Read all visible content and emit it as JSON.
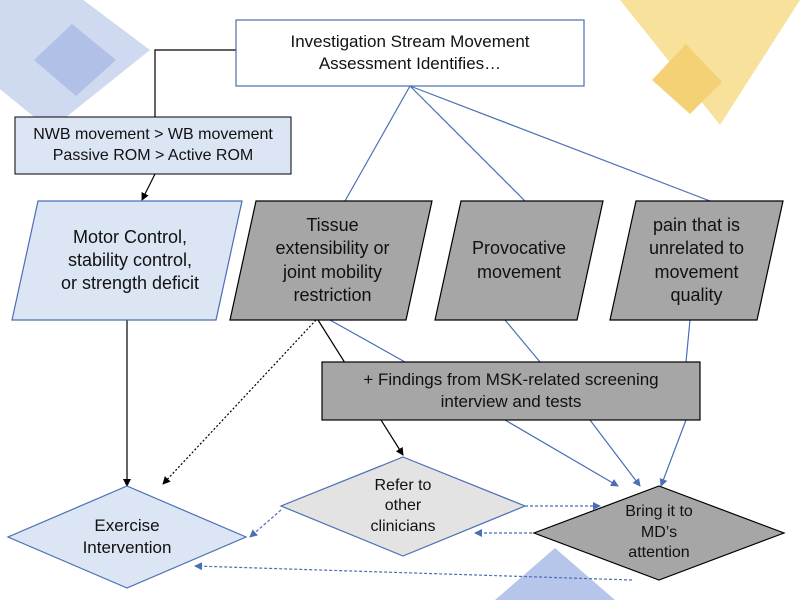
{
  "colors": {
    "light_blue_fill": "#dbe5f4",
    "gray_fill": "#a6a6a6",
    "light_gray_fill": "#e3e3e3",
    "blue_stroke": "#4a6fb5",
    "black_stroke": "#000000",
    "deco_blue": "#aebfe6",
    "deco_yellow": "#f6d77a"
  },
  "nodes": {
    "top": "Investigation Stream Movement\nAssessment Identifies…",
    "criteria": "NWB movement > WB movement\nPassive ROM > Active ROM",
    "motor_control": "Motor Control,\nstability control,\nor strength deficit",
    "tissue": "Tissue\nextensibility or\njoint mobility\nrestriction",
    "provocative": "Provocative\nmovement",
    "pain": "pain that is\nunrelated to\nmovement\nquality",
    "findings": "+ Findings from MSK-related screening\ninterview and tests",
    "refer": "Refer to\nother\nclinicians",
    "md": "Bring it to\nMD’s\nattention",
    "exercise": "Exercise\nIntervention"
  }
}
